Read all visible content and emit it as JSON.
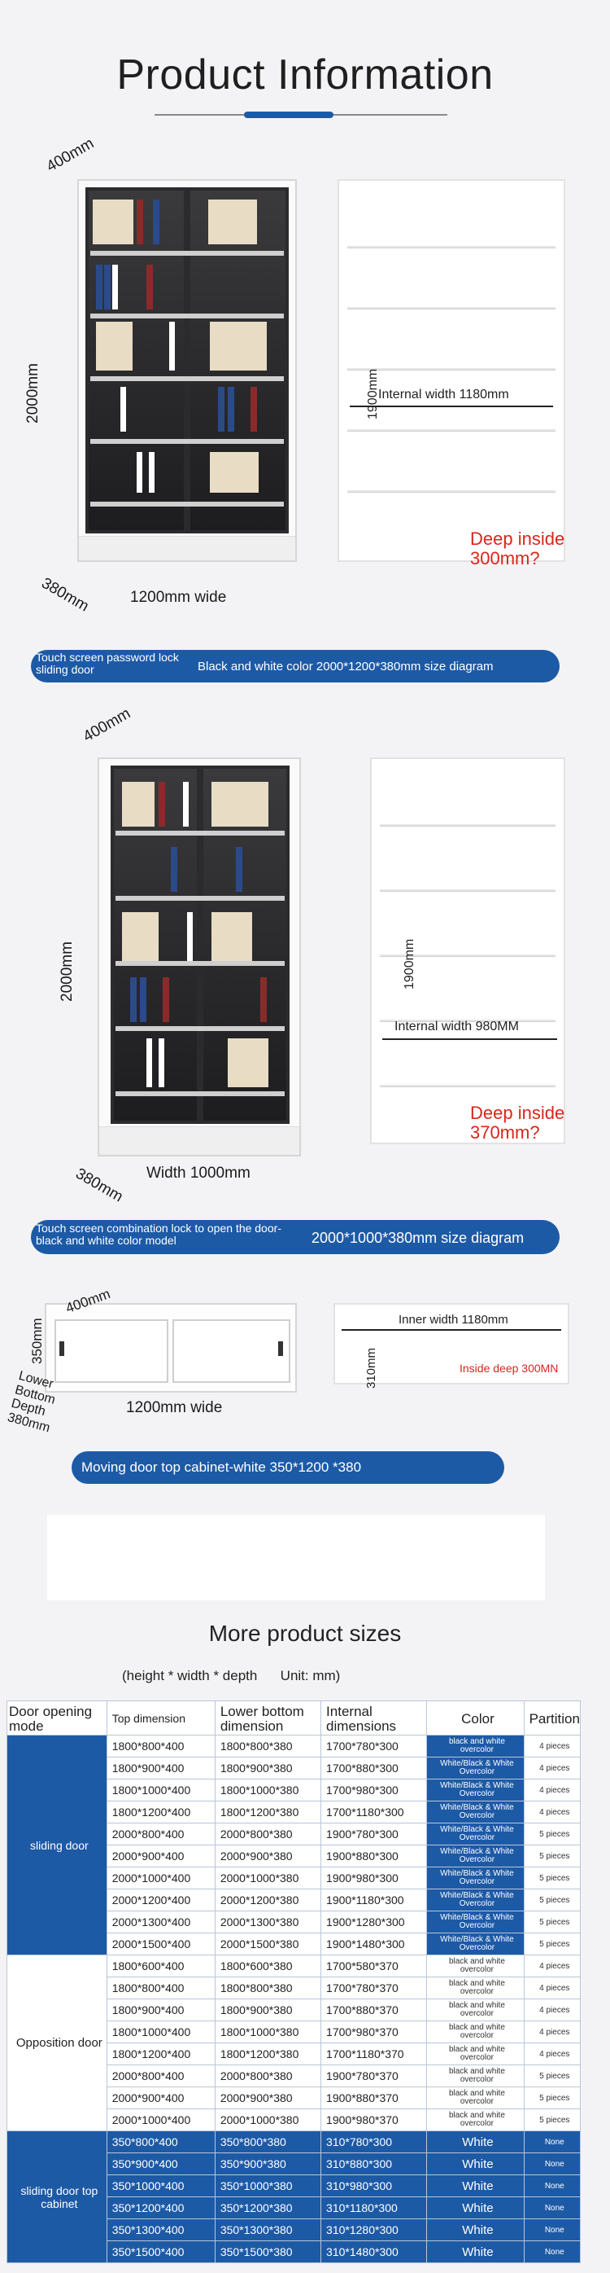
{
  "header": {
    "title": "Product Information"
  },
  "diagram1": {
    "depth": "400mm",
    "height": "2000mm",
    "width": "1200mm wide",
    "depth_bottom": "380mm",
    "internal_height": "1900mm",
    "internal_width": "Internal width 1180mm",
    "deep_inside": "Deep inside 300mm?",
    "banner_left": "Touch screen password lock sliding door",
    "banner_right": "Black and white color 2000*1200*380mm size diagram"
  },
  "diagram2": {
    "depth": "400mm",
    "height": "2000mm",
    "width": "Width 1000mm",
    "depth_bottom": "380mm",
    "internal_height": "1900mm",
    "internal_width": "Internal width 980MM",
    "deep_inside": "Deep inside 370mm?",
    "banner_left": "Touch screen combination lock to open the door-black and white color model",
    "banner_right": "2000*1000*380mm size diagram"
  },
  "diagram3": {
    "depth": "400mm",
    "height": "350mm",
    "width": "1200mm wide",
    "lower_depth": "Lower Bottom Depth 380mm",
    "inner_width": "Inner width 1180mm",
    "inner_height": "310mm",
    "inside_deep": "Inside deep 300MN",
    "banner": "Moving door top cabinet-white 350*1200 *380"
  },
  "sizes": {
    "title": "More product sizes",
    "subtitle": "(height * width * depth      Unit: mm)",
    "headers": {
      "mode": "Door opening mode",
      "top": "Top dimension",
      "lower": "Lower bottom dimension",
      "internal": "Internal dimensions",
      "color": "Color",
      "partition": "Partition"
    },
    "group_sliding": "sliding door",
    "group_opposition": "Opposition door",
    "group_top": "sliding door top cabinet",
    "sliding_rows": [
      {
        "top": "1800*800*400",
        "lower": "1800*800*380",
        "internal": "1700*780*300",
        "color": "black and white overcolor",
        "partition": "4 pieces"
      },
      {
        "top": "1800*900*400",
        "lower": "1800*900*380",
        "internal": "1700*880*300",
        "color": "White/Black & White Overcolor",
        "partition": "4 pieces"
      },
      {
        "top": "1800*1000*400",
        "lower": "1800*1000*380",
        "internal": "1700*980*300",
        "color": "White/Black & White Overcolor",
        "partition": "4 pieces"
      },
      {
        "top": "1800*1200*400",
        "lower": "1800*1200*380",
        "internal": "1700*1180*300",
        "color": "White/Black & White Overcolor",
        "partition": "4 pieces"
      },
      {
        "top": "2000*800*400",
        "lower": "2000*800*380",
        "internal": "1900*780*300",
        "color": "White/Black & White Overcolor",
        "partition": "5 pieces"
      },
      {
        "top": "2000*900*400",
        "lower": "2000*900*380",
        "internal": "1900*880*300",
        "color": "White/Black & White Overcolor",
        "partition": "5 pieces"
      },
      {
        "top": "2000*1000*400",
        "lower": "2000*1000*380",
        "internal": "1900*980*300",
        "color": "White/Black & White Overcolor",
        "partition": "5 pieces"
      },
      {
        "top": "2000*1200*400",
        "lower": "2000*1200*380",
        "internal": "1900*1180*300",
        "color": "White/Black & White Overcolor",
        "partition": "5 pieces"
      },
      {
        "top": "2000*1300*400",
        "lower": "2000*1300*380",
        "internal": "1900*1280*300",
        "color": "White/Black & White Overcolor",
        "partition": "5 pieces"
      },
      {
        "top": "2000*1500*400",
        "lower": "2000*1500*380",
        "internal": "1900*1480*300",
        "color": "White/Black & White Overcolor",
        "partition": "5 pieces"
      }
    ],
    "opposition_rows": [
      {
        "top": "1800*600*400",
        "lower": "1800*600*380",
        "internal": "1700*580*370",
        "color": "black and white overcolor",
        "partition": "4 pieces"
      },
      {
        "top": "1800*800*400",
        "lower": "1800*800*380",
        "internal": "1700*780*370",
        "color": "black and white overcolor",
        "partition": "4 pieces"
      },
      {
        "top": "1800*900*400",
        "lower": "1800*900*380",
        "internal": "1700*880*370",
        "color": "black and white overcolor",
        "partition": "4 pieces"
      },
      {
        "top": "1800*1000*400",
        "lower": "1800*1000*380",
        "internal": "1700*980*370",
        "color": "black and white overcolor",
        "partition": "4 pieces"
      },
      {
        "top": "1800*1200*400",
        "lower": "1800*1200*380",
        "internal": "1700*1180*370",
        "color": "black and white overcolor",
        "partition": "4 pieces"
      },
      {
        "top": "2000*800*400",
        "lower": "2000*800*380",
        "internal": "1900*780*370",
        "color": "black and white overcolor",
        "partition": "5 pieces"
      },
      {
        "top": "2000*900*400",
        "lower": "2000*900*380",
        "internal": "1900*880*370",
        "color": "black and white overcolor",
        "partition": "5 pieces"
      },
      {
        "top": "2000*1000*400",
        "lower": "2000*1000*380",
        "internal": "1900*980*370",
        "color": "black and white overcolor",
        "partition": "5 pieces"
      }
    ],
    "top_rows": [
      {
        "top": "350*800*400",
        "lower": "350*800*380",
        "internal": "310*780*300",
        "color": "White",
        "partition": "None"
      },
      {
        "top": "350*900*400",
        "lower": "350*900*380",
        "internal": "310*880*300",
        "color": "White",
        "partition": "None"
      },
      {
        "top": "350*1000*400",
        "lower": "350*1000*380",
        "internal": "310*980*300",
        "color": "White",
        "partition": "None"
      },
      {
        "top": "350*1200*400",
        "lower": "350*1200*380",
        "internal": "310*1180*300",
        "color": "White",
        "partition": "None"
      },
      {
        "top": "350*1300*400",
        "lower": "350*1300*380",
        "internal": "310*1280*300",
        "color": "White",
        "partition": "None"
      },
      {
        "top": "350*1500*400",
        "lower": "350*1500*380",
        "internal": "310*1480*300",
        "color": "White",
        "partition": "None"
      }
    ]
  },
  "colors": {
    "accent": "#1d5aa6",
    "red": "#d9261c"
  }
}
